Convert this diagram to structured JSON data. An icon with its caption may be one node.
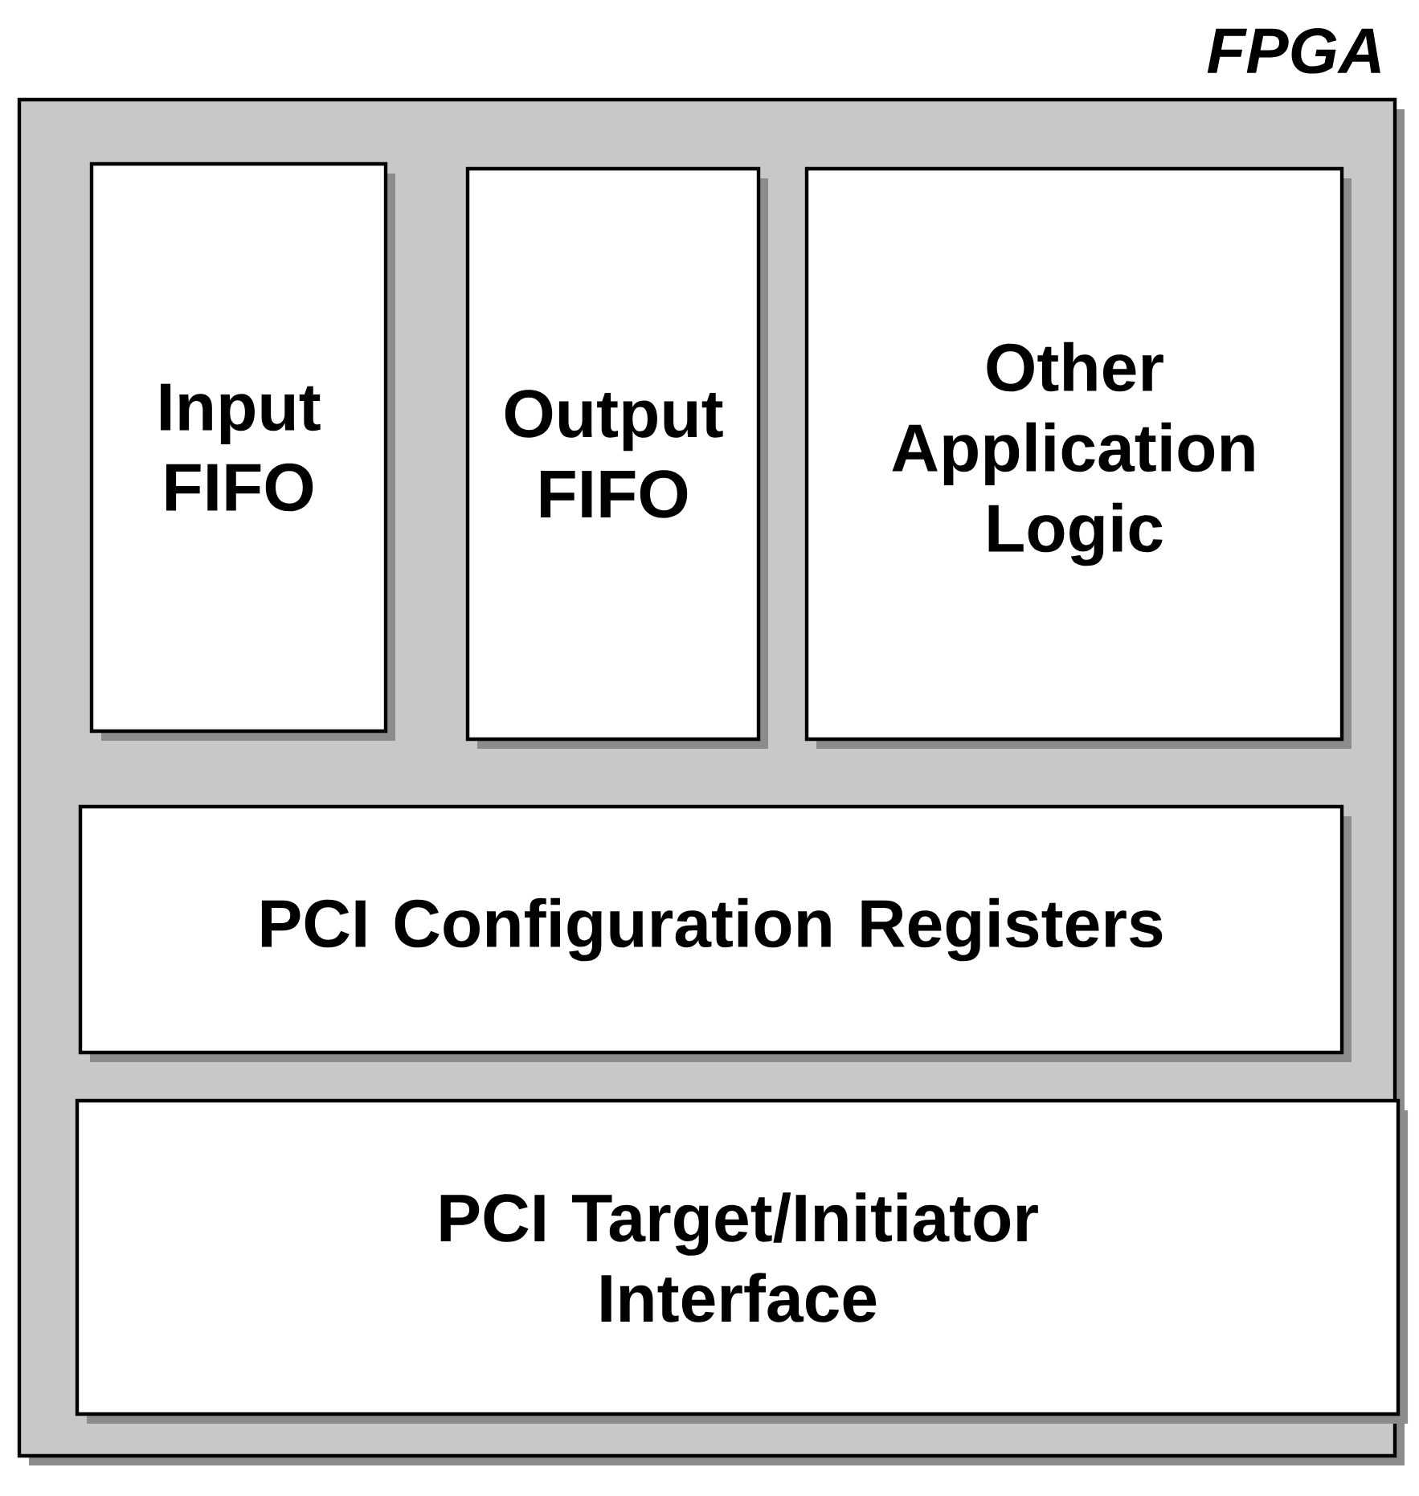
{
  "diagram": {
    "nodes": [
      {
        "text": [
          "FPGA"
        ]
      },
      {
        "text": [
          "Input FIFO"
        ],
        "in": 0
      },
      {
        "text": [
          "Output FIFO"
        ],
        "in": 0
      },
      {
        "text": [
          "Other Application Logic"
        ],
        "in": 0
      },
      {
        "text": [
          "PCI Configuration Registers"
        ],
        "in": 0
      },
      {
        "text": [
          "PCI Target/Initiator Interface"
        ],
        "in": 0
      }
    ]
  }
}
